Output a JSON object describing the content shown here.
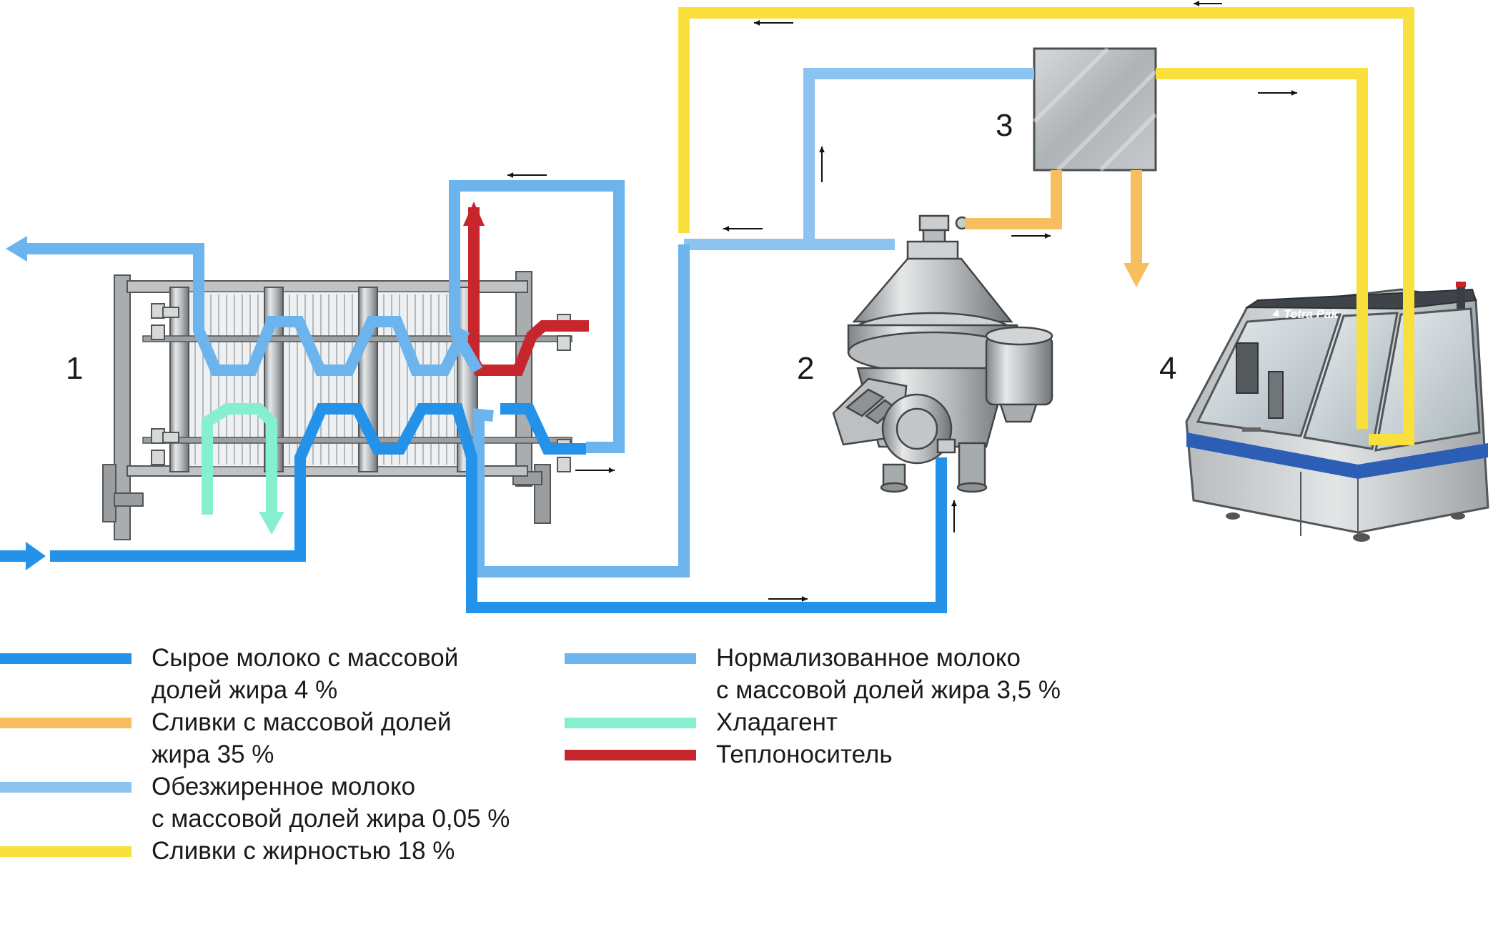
{
  "colors": {
    "raw_milk": "#2592EA",
    "cream35": "#F7BE5E",
    "skim": "#8DC3F1",
    "cream18": "#FAE03C",
    "normalized": "#6BB4EE",
    "coolant": "#86EFD0",
    "heating": "#C8262D",
    "steel_dark": "#8E9396",
    "steel_light": "#D8DBDC",
    "machine_blue": "#2C5EB5"
  },
  "units": {
    "heat_exchanger": "1",
    "separator": "2",
    "standardizer": "3",
    "homogenizer": "4"
  },
  "homogenizer": {
    "brand": "Tetra Pak"
  },
  "icons": {
    "arrow": "flow-direction-arrow",
    "outlet": "outlet-arrow-icon",
    "inlet": "inlet-arrow-icon",
    "logo": "tetra-pak-logo-icon"
  },
  "legend": [
    {
      "key": "raw_milk",
      "label": "Сырое молоко с массовой\nдолей жира 4 %"
    },
    {
      "key": "cream35",
      "label": "Сливки с массовой долей\nжира 35 %"
    },
    {
      "key": "skim",
      "label": "Обезжиренное молоко\nс массовой долей жира 0,05 %"
    },
    {
      "key": "cream18",
      "label": "Сливки с жирностью 18 %"
    },
    {
      "key": "normalized",
      "label": "Нормализованное молоко\nс массовой долей жира 3,5 %"
    },
    {
      "key": "coolant",
      "label": "Хладагент"
    },
    {
      "key": "heating",
      "label": "Теплоноситель"
    }
  ]
}
